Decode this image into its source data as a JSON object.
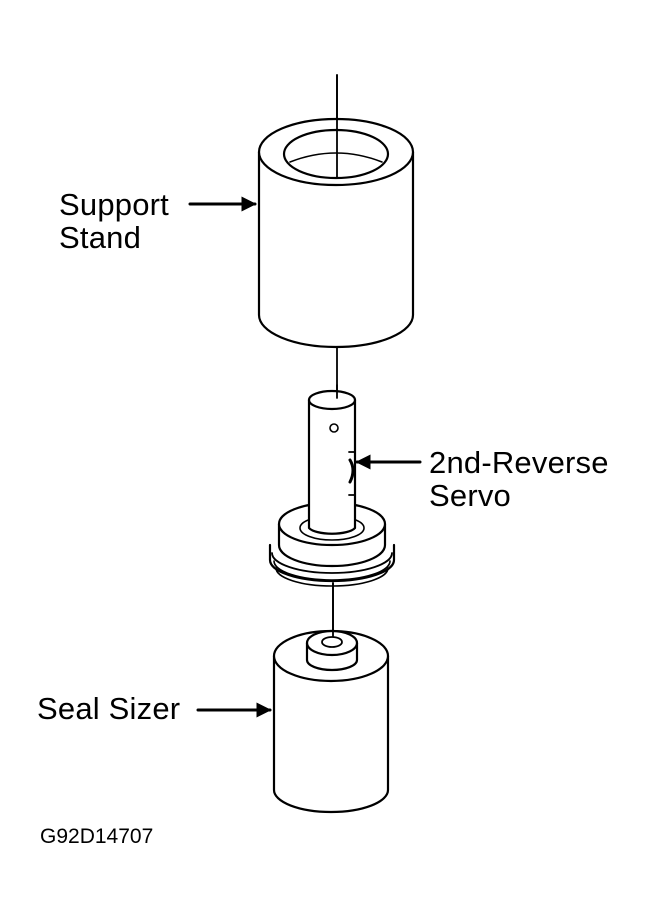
{
  "labels": {
    "support_stand": [
      "Support",
      "Stand"
    ],
    "servo": [
      "2nd-Reverse",
      "Servo"
    ],
    "seal_sizer": "Seal Sizer"
  },
  "figure_code": "G92D14707",
  "colors": {
    "ink": "#000000",
    "paper": "#ffffff"
  }
}
